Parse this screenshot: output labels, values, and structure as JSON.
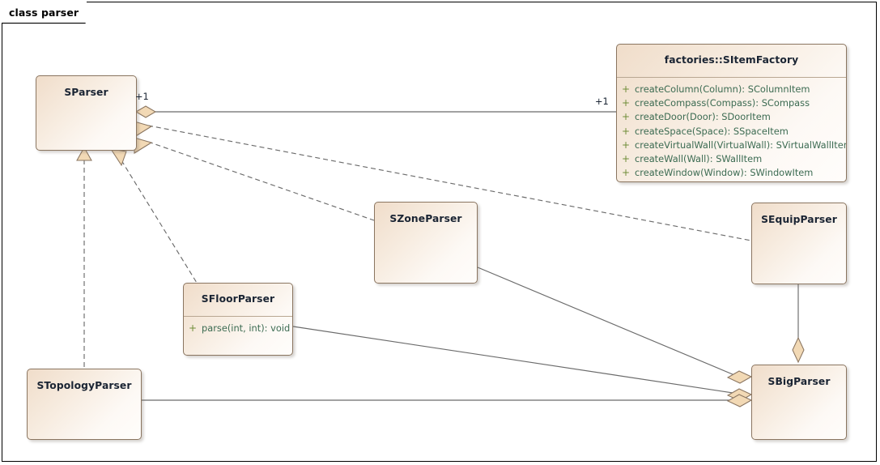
{
  "diagram": {
    "frame_label": "class parser",
    "type": "uml-class-diagram",
    "colors": {
      "class_border": "#8a7560",
      "class_fill_top": "#f0ddca",
      "class_fill_bottom": "#fffdfb",
      "member_text": "#3c6b52",
      "visibility_marker": "#6f8d38",
      "title_text": "#1a2433",
      "connector": "#6b6b6b",
      "adornment_fill": "#f2d9b5",
      "frame_border": "#000000"
    }
  },
  "classes": [
    {
      "id": "sparser",
      "name": "SParser",
      "members": []
    },
    {
      "id": "sitemfactory",
      "name": "factories::SItemFactory",
      "members": [
        {
          "visibility": "+",
          "signature": "createColumn(Column): SColumnItem"
        },
        {
          "visibility": "+",
          "signature": "createCompass(Compass): SCompass"
        },
        {
          "visibility": "+",
          "signature": "createDoor(Door): SDoorItem"
        },
        {
          "visibility": "+",
          "signature": "createSpace(Space): SSpaceItem"
        },
        {
          "visibility": "+",
          "signature": "createVirtualWall(VirtualWall): SVirtualWallItem"
        },
        {
          "visibility": "+",
          "signature": "createWall(Wall): SWallItem"
        },
        {
          "visibility": "+",
          "signature": "createWindow(Window): SWindowItem"
        }
      ]
    },
    {
      "id": "szoneparser",
      "name": "SZoneParser",
      "members": []
    },
    {
      "id": "sequipparser",
      "name": "SEquipParser",
      "members": []
    },
    {
      "id": "sfloorparser",
      "name": "SFloorParser",
      "members": [
        {
          "visibility": "+",
          "signature": "parse(int, int): void"
        }
      ]
    },
    {
      "id": "stopologyparser",
      "name": "STopologyParser",
      "members": []
    },
    {
      "id": "sbigparser",
      "name": "SBigParser",
      "members": []
    }
  ],
  "multiplicities": [
    {
      "id": "sparser-end",
      "label": "+1"
    },
    {
      "id": "sitemfactory-end",
      "label": "+1"
    }
  ],
  "relationships": [
    {
      "from": "sparser",
      "to": "sitemfactory",
      "type": "aggregation",
      "source_multiplicity": "+1",
      "target_multiplicity": "+1"
    },
    {
      "from": "szoneparser",
      "to": "sparser",
      "type": "realization"
    },
    {
      "from": "sequipparser",
      "to": "sparser",
      "type": "realization"
    },
    {
      "from": "sfloorparser",
      "to": "sparser",
      "type": "realization"
    },
    {
      "from": "stopologyparser",
      "to": "sparser",
      "type": "realization"
    },
    {
      "from": "sbigparser",
      "to": "sequipparser",
      "type": "aggregation"
    },
    {
      "from": "sbigparser",
      "to": "szoneparser",
      "type": "aggregation"
    },
    {
      "from": "sbigparser",
      "to": "sfloorparser",
      "type": "aggregation"
    },
    {
      "from": "sbigparser",
      "to": "stopologyparser",
      "type": "aggregation"
    }
  ]
}
